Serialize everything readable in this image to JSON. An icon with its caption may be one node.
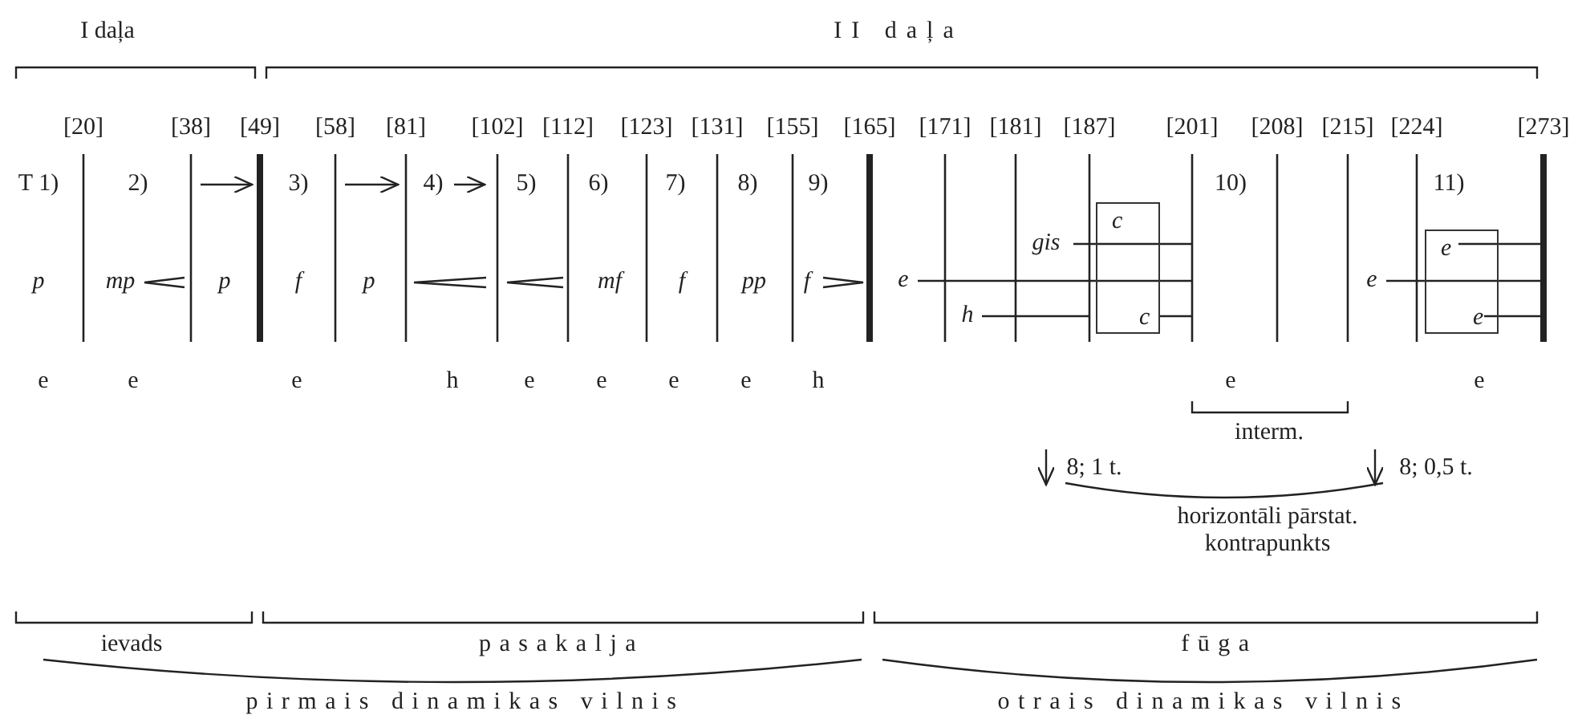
{
  "diagram": {
    "nodes": [
      {
        "text": [
          "c",
          "c"
        ]
      },
      {
        "text": [
          "e",
          "e"
        ]
      }
    ],
    "labels": [
      "I daļa",
      "II daļa",
      "[20]",
      "[38]",
      "[49]",
      "[58]",
      "[81]",
      "[102]",
      "[112]",
      "[123]",
      "[131]",
      "[155]",
      "[165]",
      "[171]",
      "[181]",
      "[187]",
      "[201]",
      "[208]",
      "[215]",
      "[224]",
      "[273]",
      "T 1)",
      "2)",
      "3)",
      "4)",
      "5)",
      "6)",
      "7)",
      "8)",
      "9)",
      "10)",
      "11)",
      "p",
      "mp",
      "p",
      "f",
      "p",
      "mf",
      "f",
      "pp",
      "f",
      "gis",
      "e",
      "h",
      "e",
      "e",
      "e",
      "e",
      "h",
      "e",
      "e",
      "e",
      "e",
      "h",
      "e",
      "e",
      "interm.",
      "8; 1 t.",
      "8; 0,5 t.",
      "horizontāli pārstat. kontrapunkts",
      "ievads",
      "pasakalja",
      "fūga",
      "pirmais dinamikas vilnis",
      "otrais dinamikas vilnis"
    ]
  }
}
